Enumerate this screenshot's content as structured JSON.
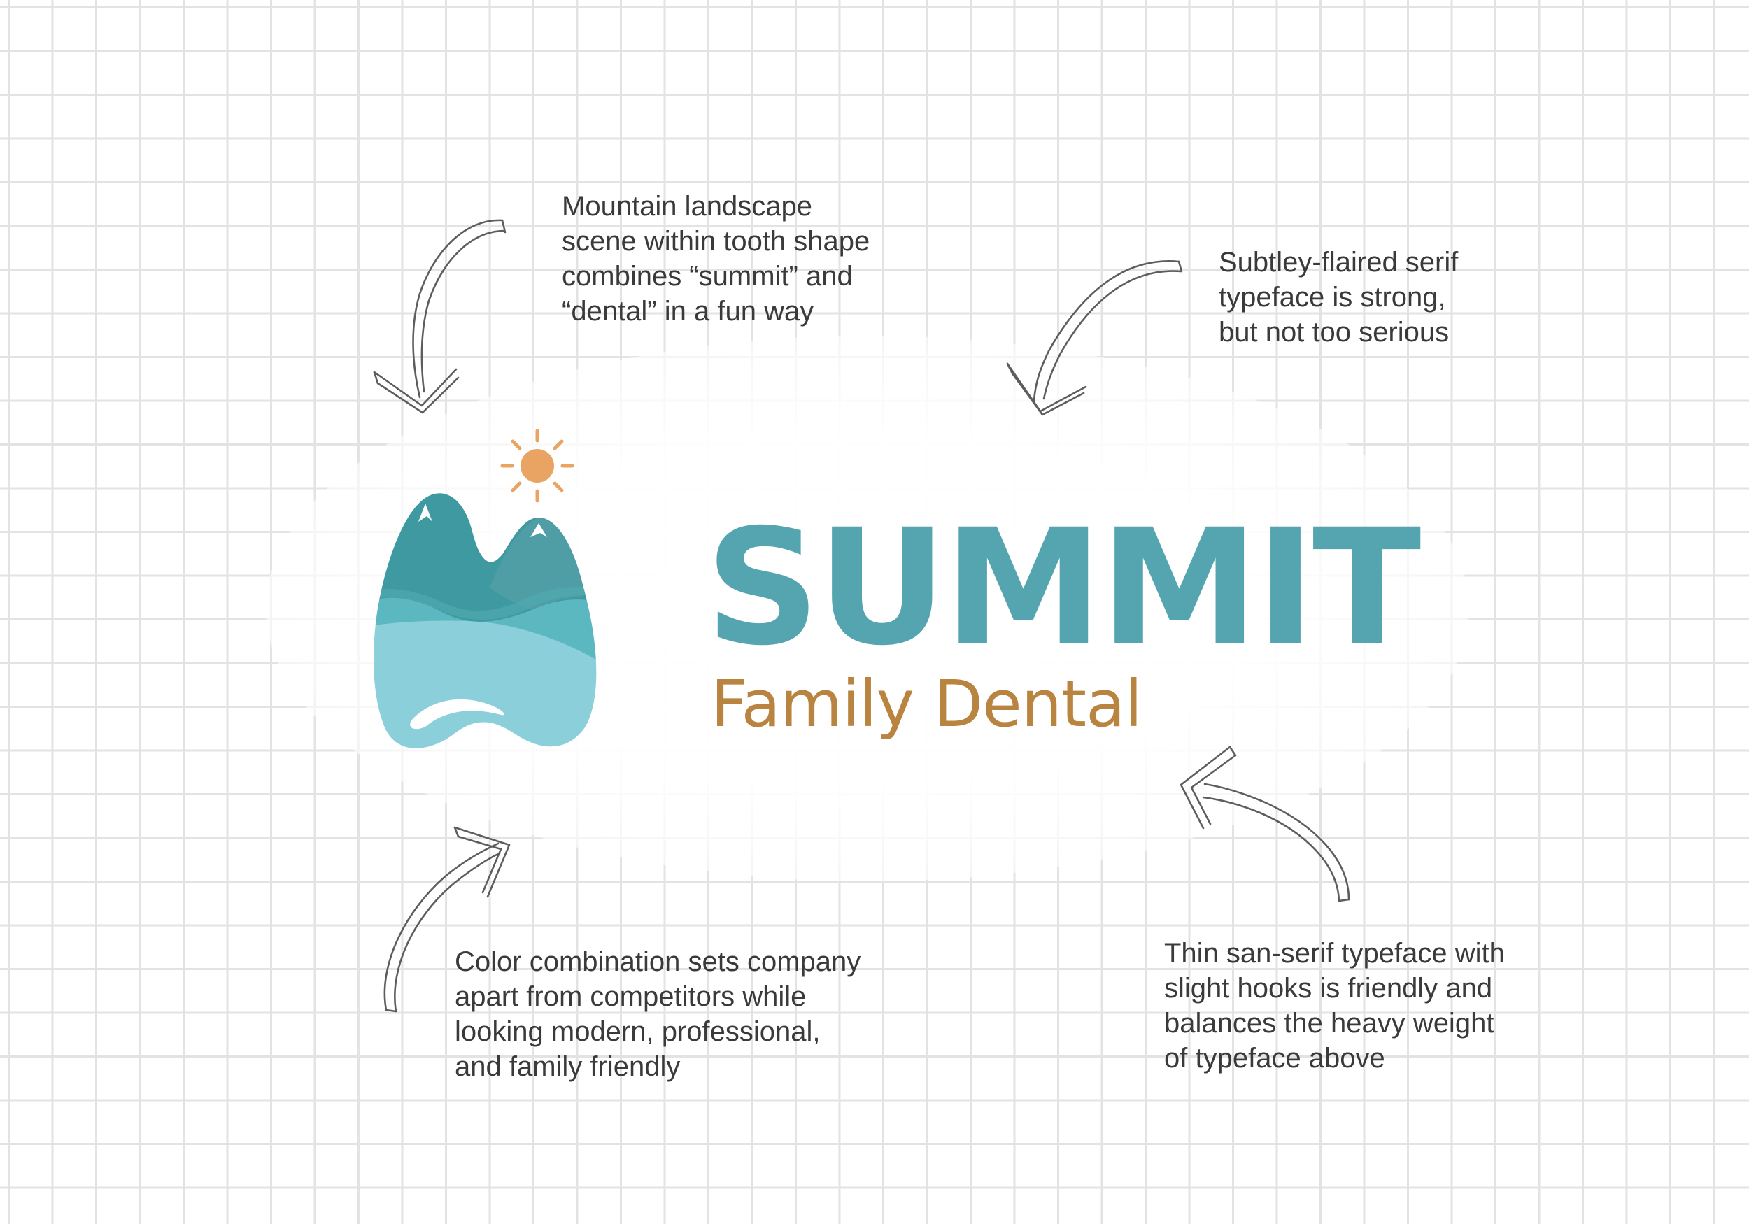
{
  "logo": {
    "name": "SUMMIT",
    "tagline": "Family Dental",
    "colors": {
      "name": "#55a5b0",
      "tagline": "#b8843f",
      "sun": "#e9a463",
      "mountain_dark": "#3e9aa0",
      "mountain_mid": "#5cb8c0",
      "mountain_light": "#8acfda",
      "mountain_right": "#4f9ea6"
    },
    "icons": [
      "tooth-mountain-icon",
      "sun-icon"
    ]
  },
  "annotations": {
    "mountain": "Mountain landscape\nscene within tooth shape\ncombines “summit” and\n“dental” in a fun way",
    "serif": "Subtley-flaired serif\ntypeface is strong,\nbut not too serious",
    "color": "Color combination sets company\napart from competitors while\nlooking modern, professional,\nand family friendly",
    "sans": "Thin san-serif typeface with\nslight hooks is friendly and\nbalances the heavy weight\nof typeface above"
  },
  "style": {
    "background": "#ffffff",
    "grid_color": "#e3e3e3",
    "text_color": "#3a3a3a",
    "arrow_color": "#5d5d5d"
  }
}
